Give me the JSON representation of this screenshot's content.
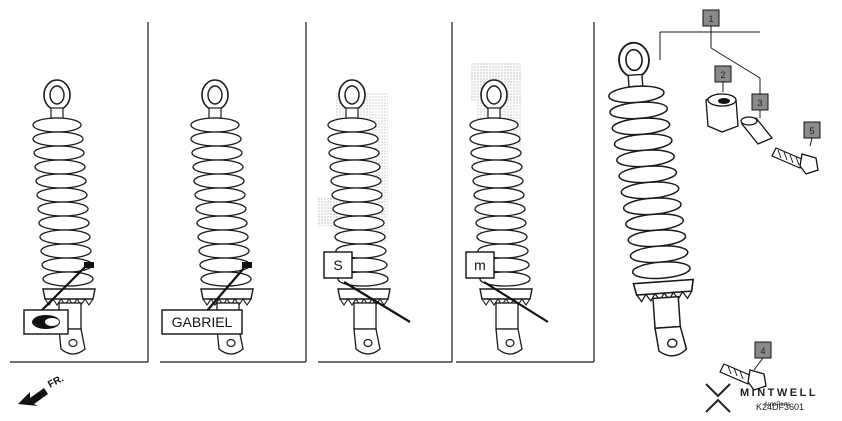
{
  "panels": [
    {
      "id": "p1",
      "label": "",
      "label_kind": "logo-emblem"
    },
    {
      "id": "p2",
      "label": "GABRIEL",
      "label_kind": "text"
    },
    {
      "id": "p3",
      "label": "S",
      "label_kind": "text"
    },
    {
      "id": "p4",
      "label": "m",
      "label_kind": "text"
    }
  ],
  "callouts": {
    "c1": "1",
    "c2": "2",
    "c3": "3",
    "c4": "4",
    "c5": "5"
  },
  "direction": {
    "text": "FR.",
    "icon": "front-arrow-icon"
  },
  "watermark": {
    "brand": "MINTWELL",
    "sub": "AutoParts",
    "icon": "mintwell-logo-icon"
  },
  "diagram_code": "K24DF3601",
  "colors": {
    "line": "#1a1a1a",
    "callout_fill": "#8a8a8a",
    "dot": "#9a9a9a"
  }
}
